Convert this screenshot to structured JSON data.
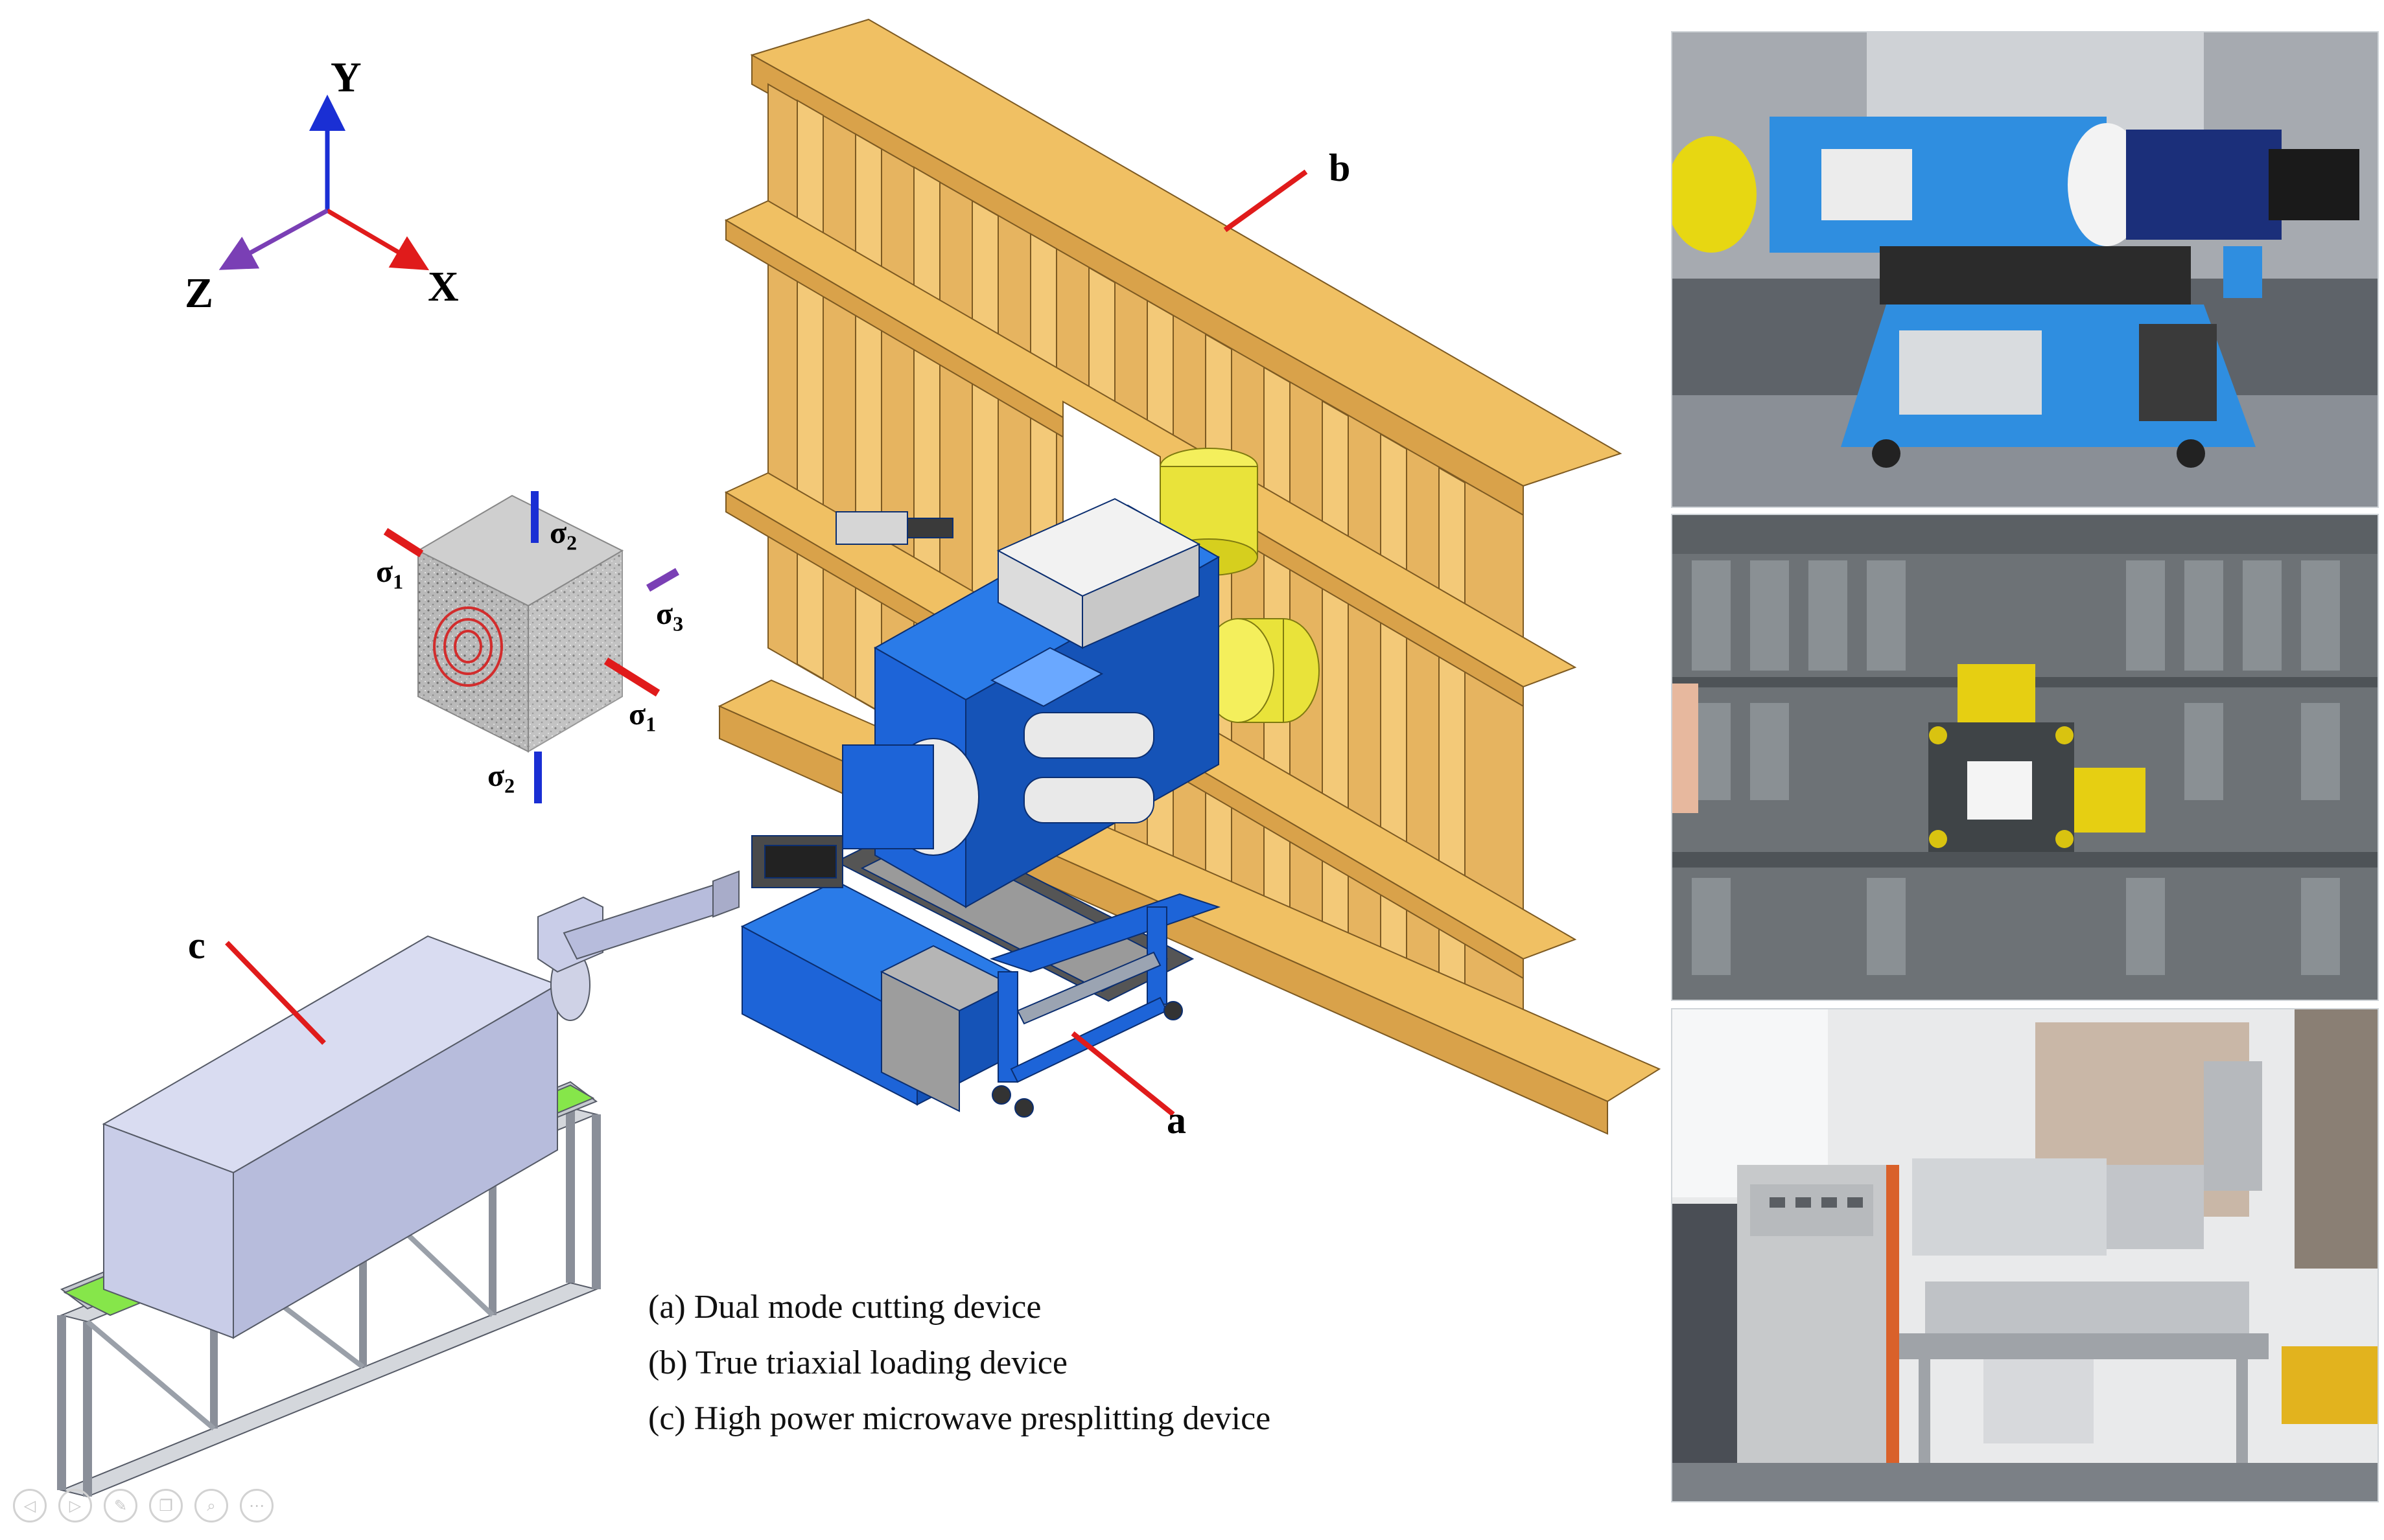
{
  "axes": {
    "y": "Y",
    "x": "X",
    "z": "Z"
  },
  "stress_labels": {
    "s1_left": {
      "base": "σ",
      "sub": "1"
    },
    "s2_top": {
      "base": "σ",
      "sub": "2"
    },
    "s3_right": {
      "base": "σ",
      "sub": "3"
    },
    "s1_right": {
      "base": "σ",
      "sub": "1"
    },
    "s2_bottom": {
      "base": "σ",
      "sub": "2"
    }
  },
  "part_labels": {
    "a": "a",
    "b": "b",
    "c": "c"
  },
  "legend": [
    "(a)  Dual mode cutting device",
    "(b) True triaxial loading device",
    "(c)  High power microwave presplitting device"
  ],
  "photos": [
    "photo-dual-mode-cutting-device",
    "photo-true-triaxial-loading-device",
    "photo-microwave-presplitting-device"
  ],
  "player_controls": [
    {
      "icon": "previous-icon",
      "glyph": "◁"
    },
    {
      "icon": "next-icon",
      "glyph": "▷"
    },
    {
      "icon": "pen-icon",
      "glyph": "✎"
    },
    {
      "icon": "copy-icon",
      "glyph": "❐"
    },
    {
      "icon": "zoom-icon",
      "glyph": "⌕"
    },
    {
      "icon": "more-icon",
      "glyph": "⋯"
    }
  ],
  "colors": {
    "frame": "#e8b866",
    "frame_dark": "#c28f3f",
    "machine_blue": "#1d64d8",
    "cylinder_yellow": "#e9e33a",
    "microwave_box": "#c9cde8",
    "pad_green": "#86e64a",
    "sigma1": "#e01b1b",
    "sigma2": "#1a2fd4",
    "sigma3": "#7a3fb5"
  }
}
